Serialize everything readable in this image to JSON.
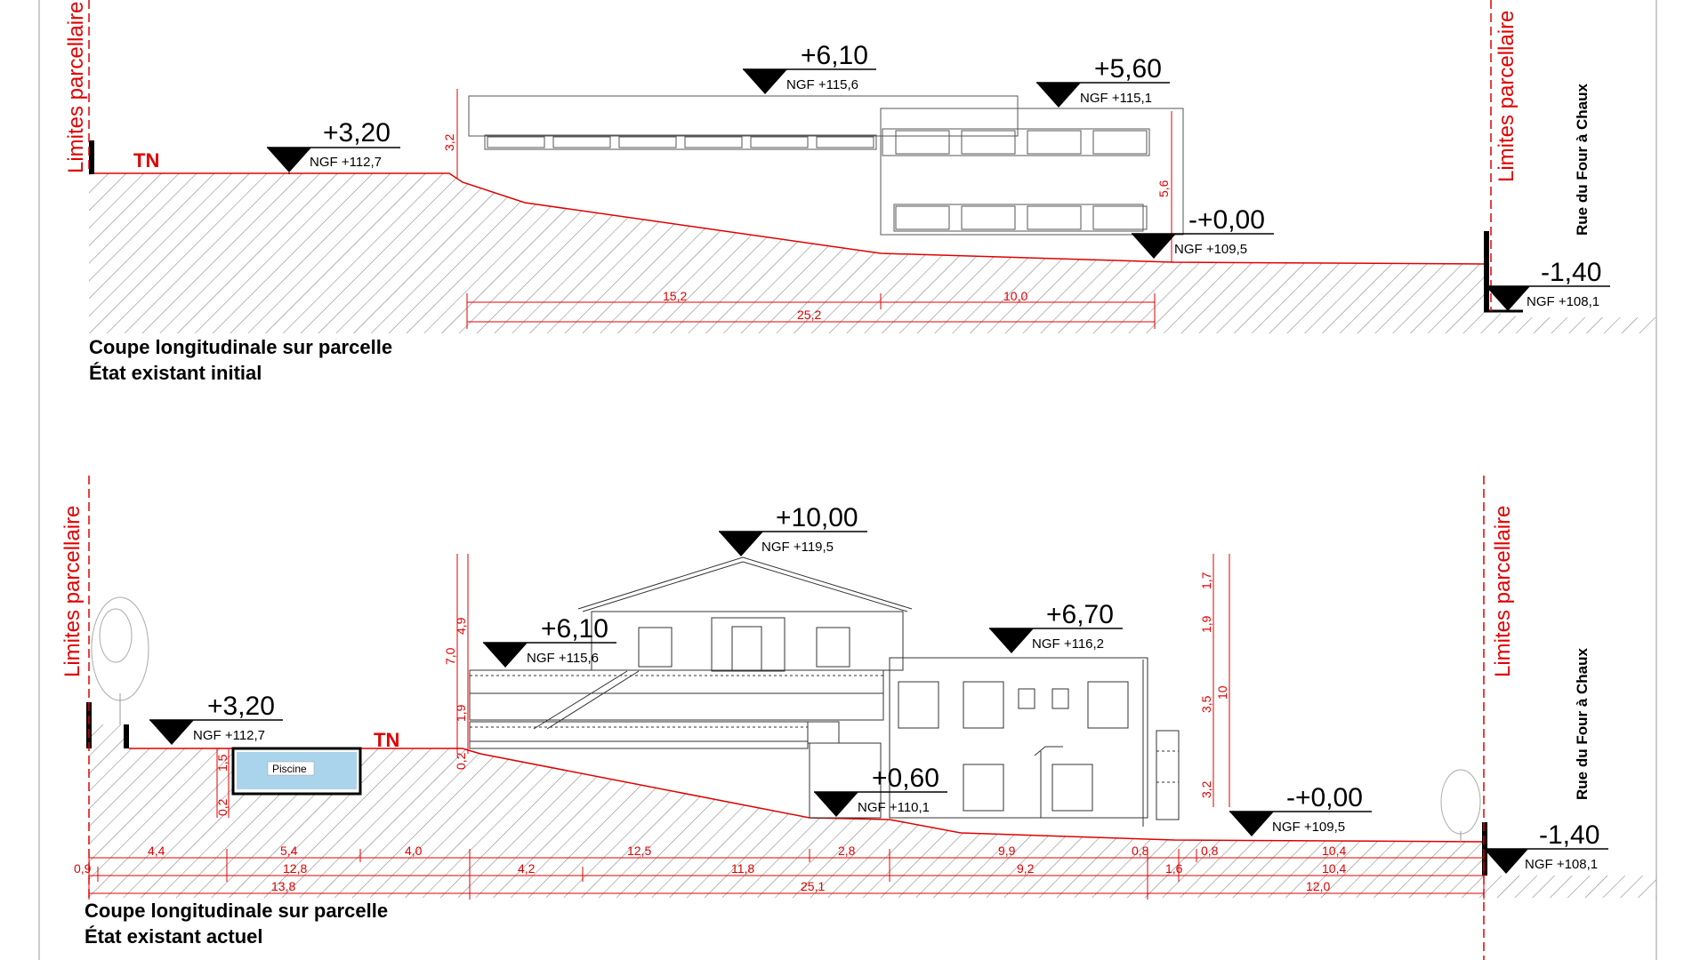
{
  "top": {
    "limit_left": "Limites parcellaire",
    "limit_right": "Limites parcellaire",
    "street": "Rue du Four à Chaux",
    "tn": "TN",
    "levels": [
      {
        "value": "+3,20",
        "ngf": "NGF +112,7"
      },
      {
        "value": "+6,10",
        "ngf": "NGF +115,6"
      },
      {
        "value": "+5,60",
        "ngf": "NGF +115,1"
      },
      {
        "value": "-+0,00",
        "ngf": "NGF +109,5"
      },
      {
        "value": "-1,40",
        "ngf": "NGF +108,1"
      }
    ],
    "dims": {
      "h1": "3,2",
      "h2": "5,6",
      "d1": "15,2",
      "d2": "10,0",
      "d3": "25,2"
    },
    "caption_1": "Coupe longitudinale sur parcelle",
    "caption_2": "État existant initial"
  },
  "bottom": {
    "limit_left": "Limites parcellaire",
    "limit_right": "Limites parcellaire",
    "street": "Rue du Four à Chaux",
    "tn": "TN",
    "pool": "Piscine",
    "levels": [
      {
        "value": "+3,20",
        "ngf": "NGF +112,7"
      },
      {
        "value": "+10,00",
        "ngf": "NGF +119,5"
      },
      {
        "value": "+6,10",
        "ngf": "NGF +115,6"
      },
      {
        "value": "+6,70",
        "ngf": "NGF +116,2"
      },
      {
        "value": "+0,60",
        "ngf": "NGF +110,1"
      },
      {
        "value": "-+0,00",
        "ngf": "NGF +109,5"
      },
      {
        "value": "-1,40",
        "ngf": "NGF +108,1"
      }
    ],
    "vdims_left": {
      "total": "7,0",
      "a": "4,9",
      "b": "1,9",
      "c": "0,2"
    },
    "vdims_right": {
      "total": "10",
      "a": "1,7",
      "b": "1,9",
      "c": "3,5",
      "d": "3,2"
    },
    "pool_dims": {
      "a": "1,5",
      "b": "0,2"
    },
    "row1": [
      "4,4",
      "5,4",
      "4,0",
      "12,5",
      "2,8",
      "9,9",
      "0,8",
      "0,8",
      "10,4"
    ],
    "row2": [
      "0,9",
      "12,8",
      "4,2",
      "11,8",
      "9,2",
      "1,6",
      "10,4"
    ],
    "row3": [
      "13,8",
      "25,1",
      "12,0"
    ],
    "caption_1": "Coupe longitudinale sur parcelle",
    "caption_2": "État existant actuel"
  }
}
